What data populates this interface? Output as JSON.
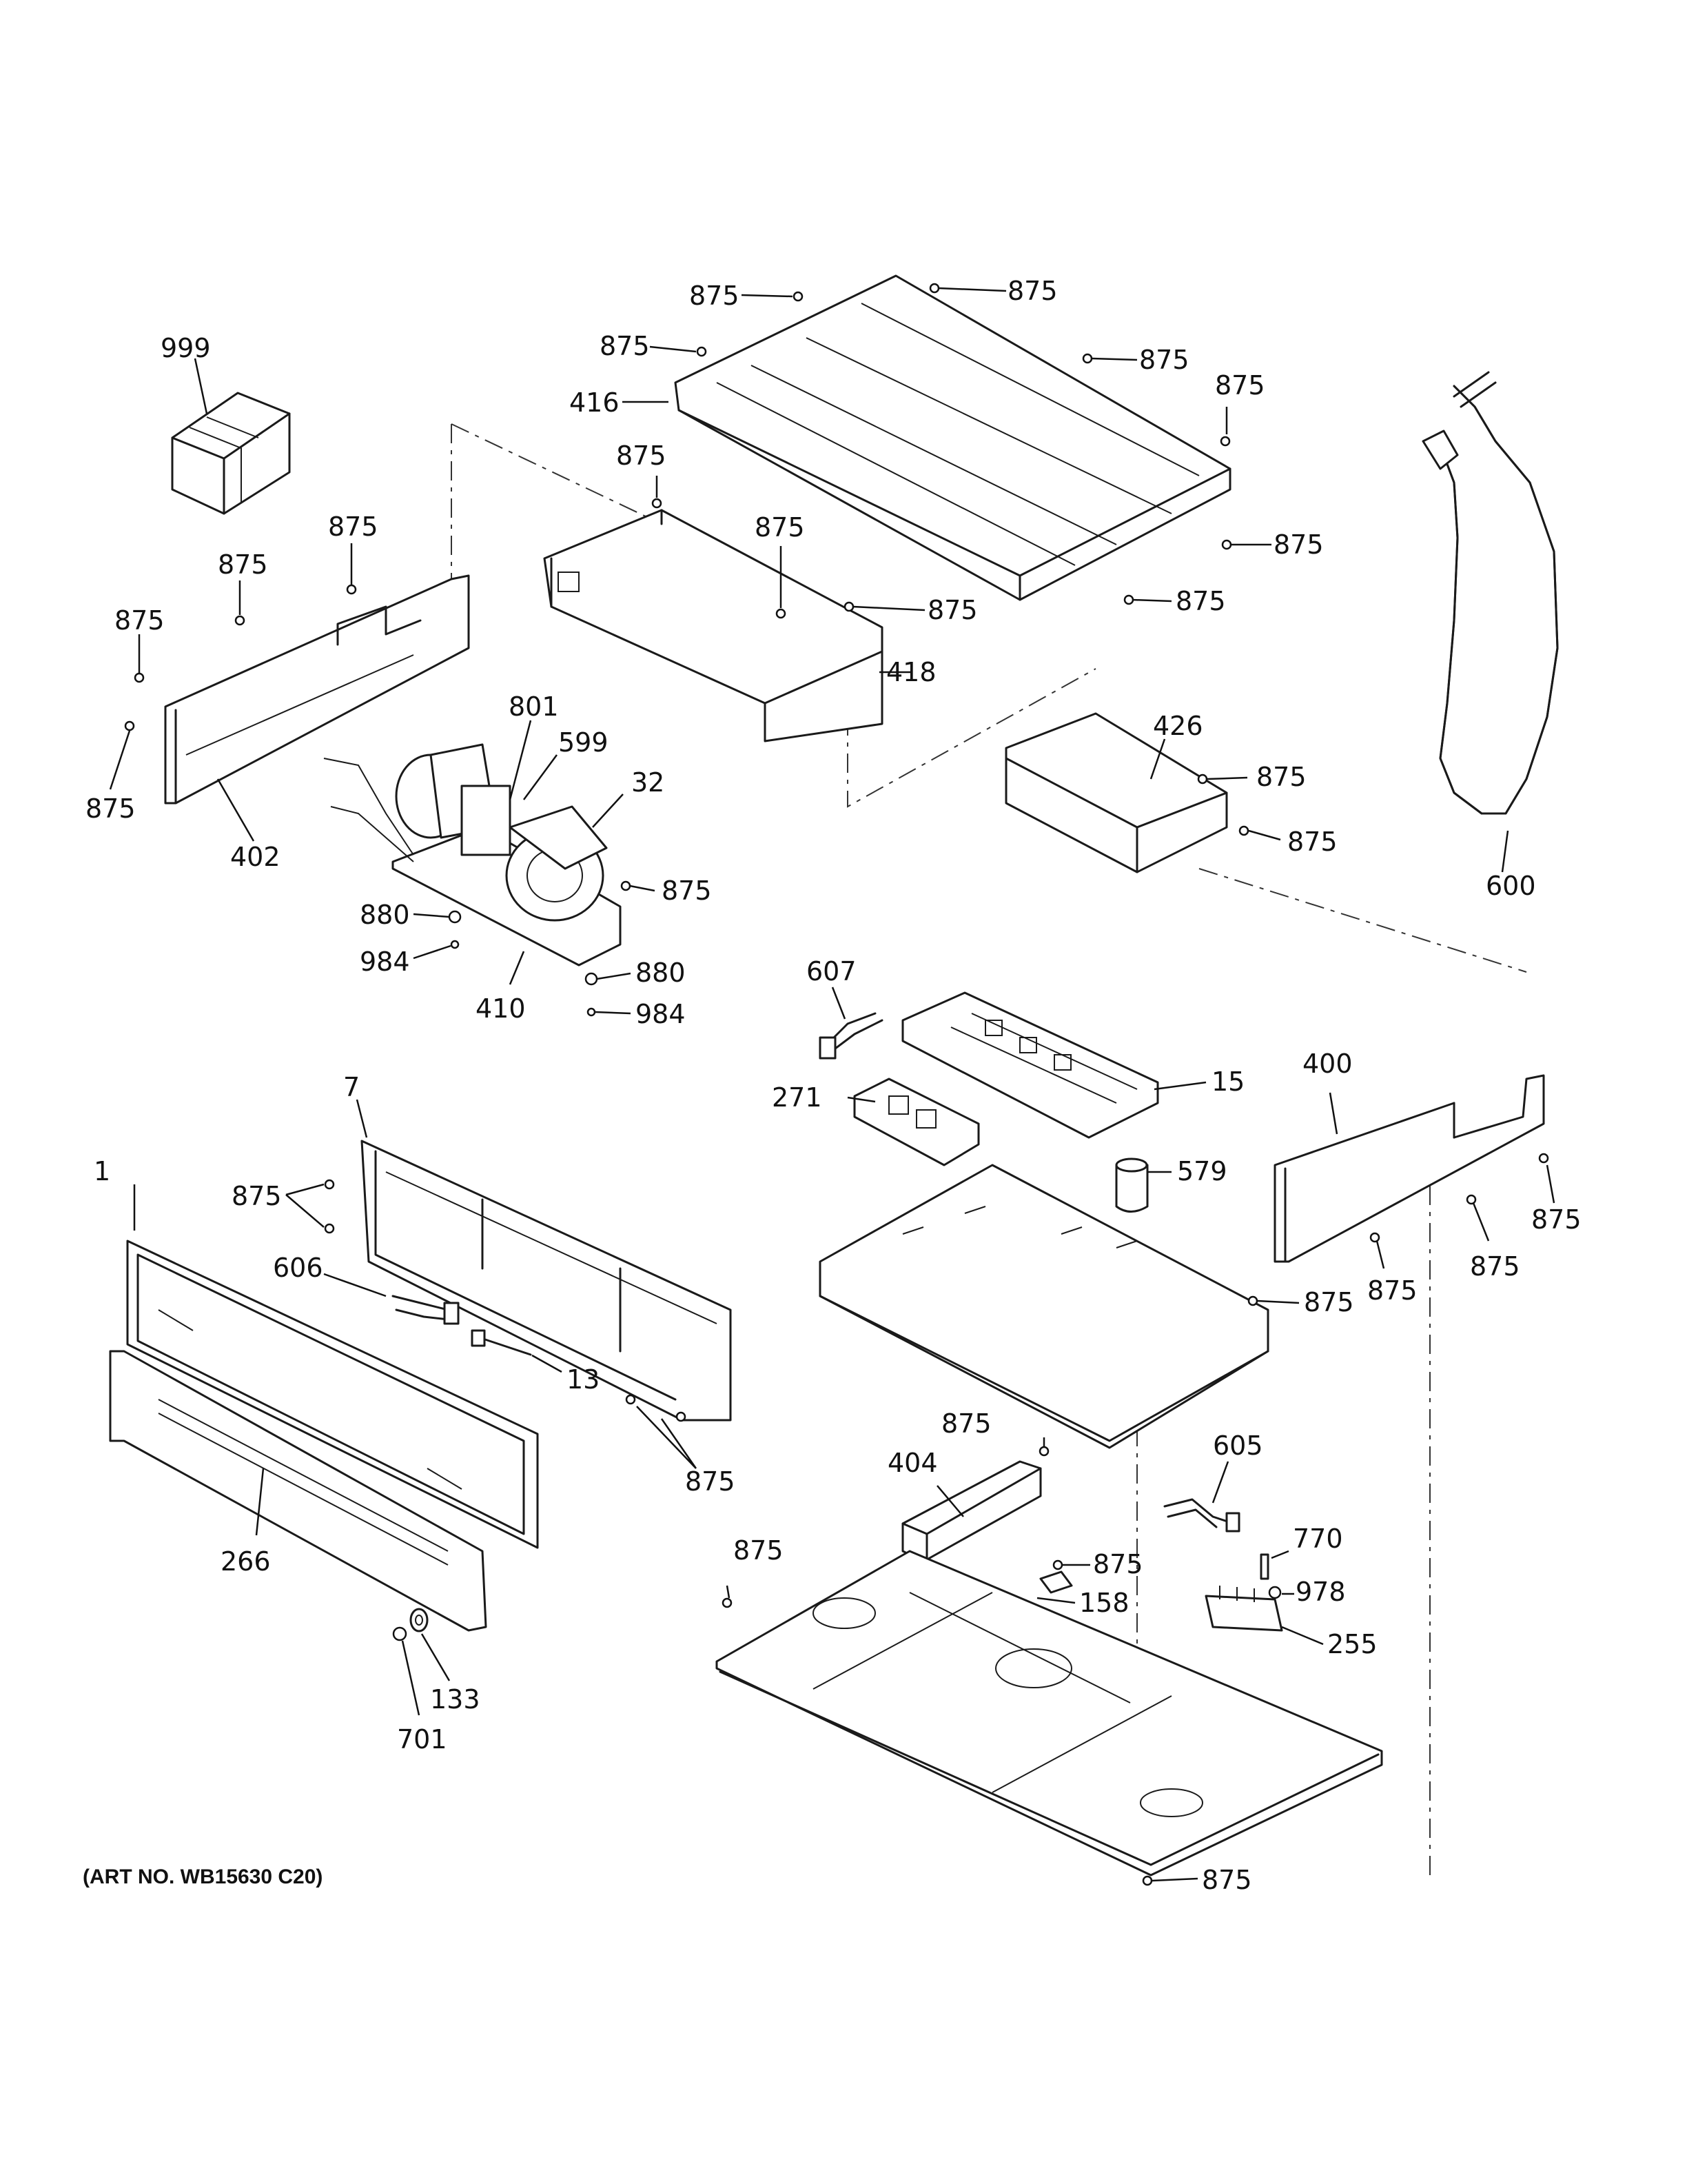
{
  "callouts": {
    "c999": "999",
    "c875": "875",
    "c416": "416",
    "c418": "418",
    "c402": "402",
    "c801": "801",
    "c599": "599",
    "c32": "32",
    "c880": "880",
    "c984": "984",
    "c410": "410",
    "c426": "426",
    "c600": "600",
    "c607": "607",
    "c15": "15",
    "c271": "271",
    "c400": "400",
    "c579": "579",
    "c1": "1",
    "c7": "7",
    "c606": "606",
    "c13": "13",
    "c266": "266",
    "c133": "133",
    "c701": "701",
    "c404": "404",
    "c605": "605",
    "c770": "770",
    "c978": "978",
    "c158": "158",
    "c255": "255"
  },
  "art_number": "(ART NO. WB15630 C20)"
}
